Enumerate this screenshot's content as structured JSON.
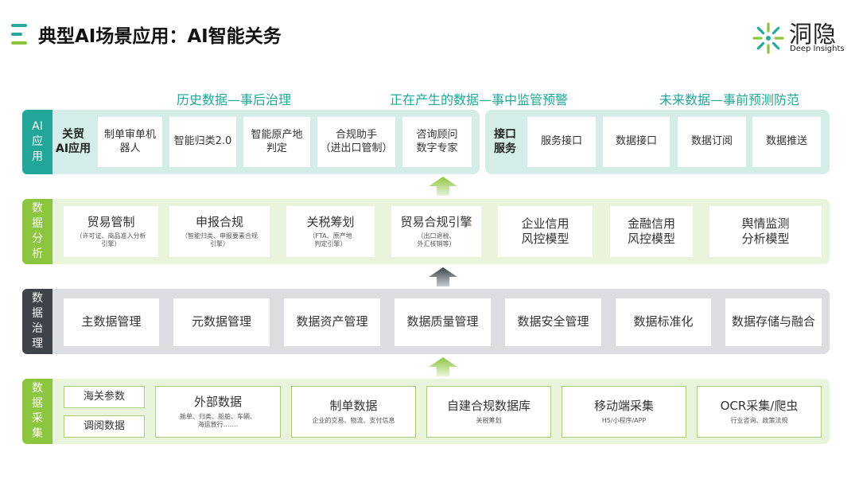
{
  "page": {
    "title": "典型AI场景应用：AI智能关务"
  },
  "logo": {
    "name": "洞隐",
    "subtitle": "Deep Insights"
  },
  "section_headers": {
    "historical": "历史数据—事后治理",
    "current": "正在产生的数据—事中监管预警",
    "future": "未来数据—事前预测防范"
  },
  "ai_layer": {
    "label": "AI\n应\n用",
    "group_title": "关贸\nAI应用",
    "items": [
      {
        "title": "制单审单机\n器人"
      },
      {
        "title": "智能归类2.0"
      },
      {
        "title": "智能原产地\n判定"
      },
      {
        "title": "合规助手\n（进出口管制）"
      },
      {
        "title": "咨询顾问\n数字专家"
      }
    ],
    "interface_title": "接口\n服务",
    "interface_items": [
      {
        "title": "服务接口"
      },
      {
        "title": "数据接口"
      },
      {
        "title": "数据订阅"
      },
      {
        "title": "数据推送"
      }
    ]
  },
  "analysis_layer": {
    "label": "数\n据\n分\n析",
    "items": [
      {
        "title": "贸易管制",
        "subtitle": "（许可证、商品准入分析\n引擎）"
      },
      {
        "title": "申报合规",
        "subtitle": "（智能归类、申报要素合规\n引擎）"
      },
      {
        "title": "关税筹划",
        "subtitle": "（FTA、原产地\n判定引擎）"
      },
      {
        "title": "贸易合规引擎",
        "subtitle": "（出口退税、\n外汇核销等）"
      },
      {
        "title": "企业信用\n风控模型",
        "subtitle": ""
      },
      {
        "title": "金融信用\n风控模型",
        "subtitle": ""
      },
      {
        "title": "舆情监测\n分析模型",
        "subtitle": ""
      }
    ]
  },
  "governance_layer": {
    "label": "数\n据\n治\n理",
    "items": [
      {
        "title": "主数据管理"
      },
      {
        "title": "元数据管理"
      },
      {
        "title": "数据资产管理"
      },
      {
        "title": "数据质量管理"
      },
      {
        "title": "数据安全管理"
      },
      {
        "title": "数据标准化"
      },
      {
        "title": "数据存储与融合"
      }
    ]
  },
  "collection_layer": {
    "label": "数\n据\n采\n集",
    "small_items": [
      {
        "title": "海关参数"
      },
      {
        "title": "调阅数据"
      }
    ],
    "items": [
      {
        "title": "外部数据",
        "subtitle": "舱单、归类、船舶、车辆、\n海运放行……."
      },
      {
        "title": "制单数据",
        "subtitle": "企业的交易、物流、支付信息"
      },
      {
        "title": "自建合规数据库",
        "subtitle": "关税筹划"
      },
      {
        "title": "移动端采集",
        "subtitle": "H5/小程序/APP"
      },
      {
        "title": "OCR采集/爬虫",
        "subtitle": "行业咨询、政策法规"
      }
    ]
  },
  "colors": {
    "teal": "#22a699",
    "teal_light": "#d4ede9",
    "green": "#8cc63f",
    "green_light": "#eaf3dc",
    "dark": "#3e4449",
    "gray_light": "#dcdde0"
  }
}
